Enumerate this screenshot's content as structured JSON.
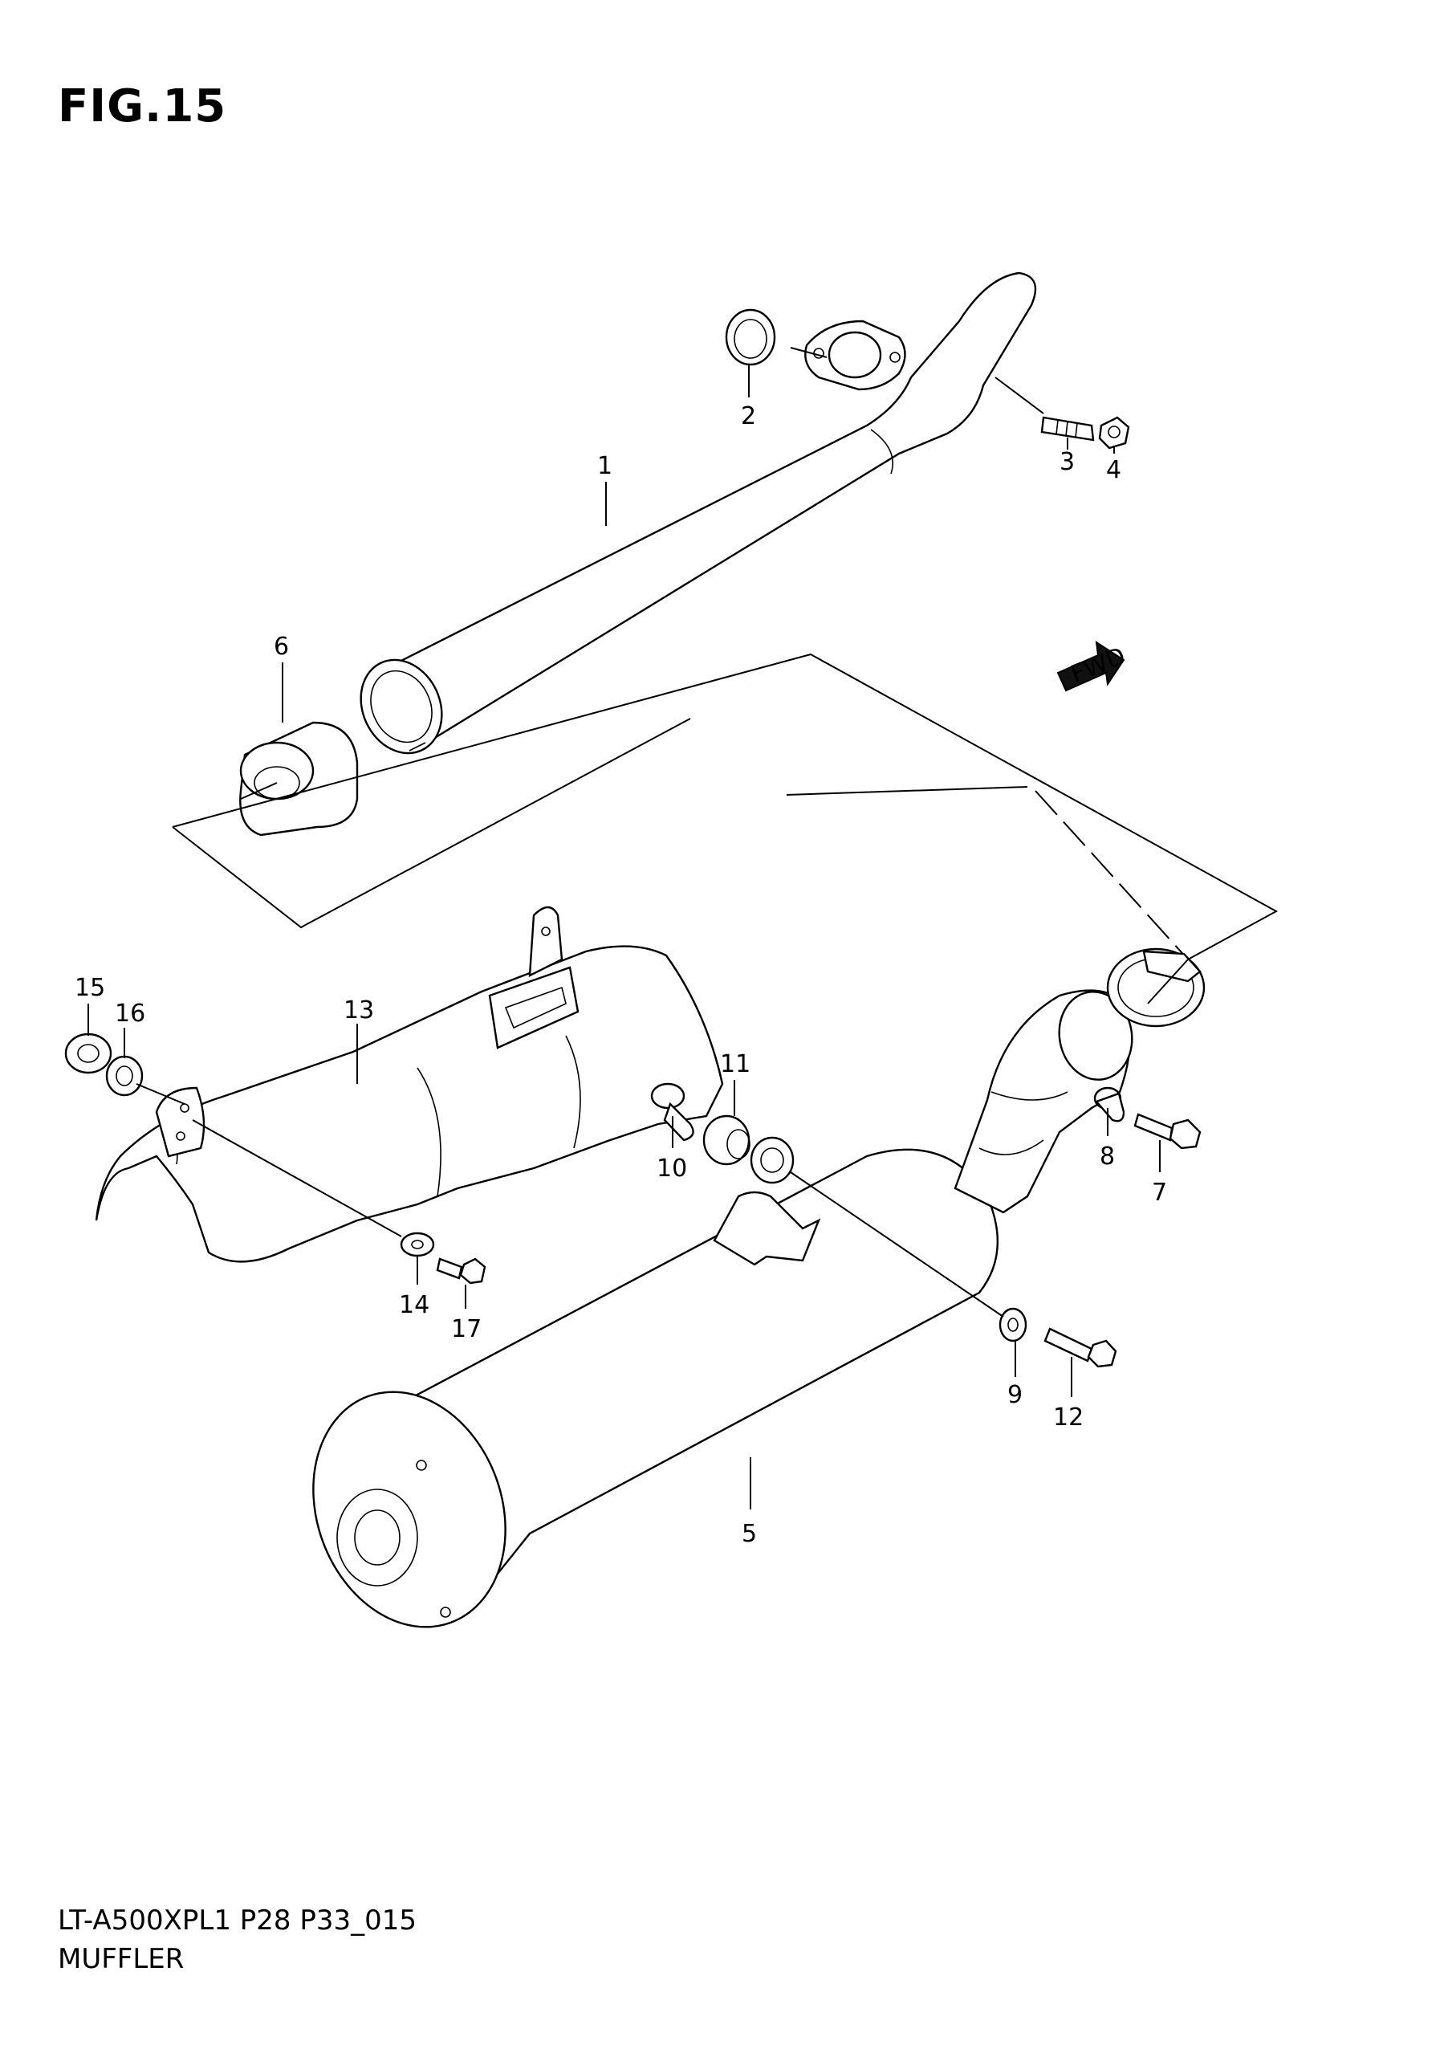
{
  "figure": {
    "title": "FIG.15",
    "direction_badge": "FWD"
  },
  "footer": {
    "model_code": "LT-A500XPL1 P28 P33_015",
    "section_name": "MUFFLER"
  },
  "callouts": [
    "1",
    "2",
    "3",
    "4",
    "5",
    "6",
    "7",
    "8",
    "9",
    "10",
    "11",
    "12",
    "13",
    "14",
    "15",
    "16",
    "17"
  ]
}
